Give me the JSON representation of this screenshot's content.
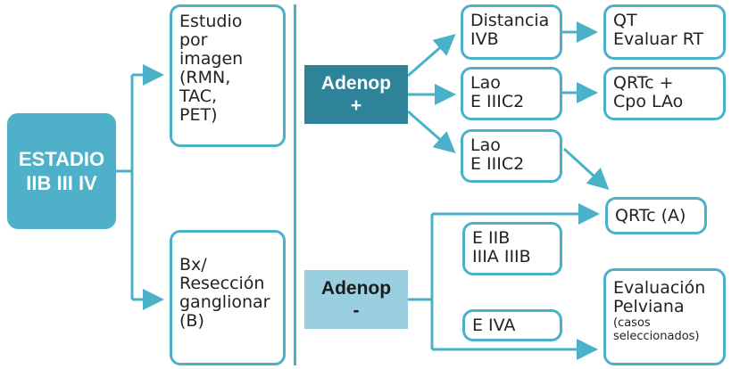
{
  "stage": {
    "line1": "ESTADIO",
    "line2": "IIB III IV"
  },
  "study_box": {
    "lines": [
      "Estudio",
      "por",
      "imagen",
      "(RMN,",
      "TAC,",
      "PET)"
    ]
  },
  "biopsy_box": {
    "lines": [
      "Bx/",
      "Resección",
      "ganglionar",
      "(B)"
    ]
  },
  "adeno_positive": {
    "line1": "Adenop",
    "line2": "+"
  },
  "adeno_negative": {
    "line1": "Adenop",
    "line2": "-"
  },
  "ivb_distance": {
    "line1": "Distancia",
    "line2": "IVB"
  },
  "lao_1": {
    "line1": "Lao",
    "line2": "E IIIC2"
  },
  "lao_2": {
    "line1": "Lao",
    "line2": "E IIIC2"
  },
  "qt_eval": {
    "line1": "QT",
    "line2": "Evaluar RT"
  },
  "qrtc_lao": {
    "line1": "QRTc +",
    "line2": "Cpo LAo"
  },
  "qrtc_a": {
    "label": "QRTc (A)"
  },
  "eiib": {
    "line1": "E IIB",
    "line2": "IIIA IIIB"
  },
  "eiva": {
    "label": "E IVA"
  },
  "pelvic_eval": {
    "line1": "Evaluación",
    "line2": "Pelviana",
    "note1": "(casos",
    "note2": "seleccionados)"
  },
  "colors": {
    "accent": "#4bb1c9",
    "stage_fill": "#4fb1c9",
    "adeno_pos_fill": "#2f8399",
    "adeno_neg_fill": "#99cfde"
  }
}
